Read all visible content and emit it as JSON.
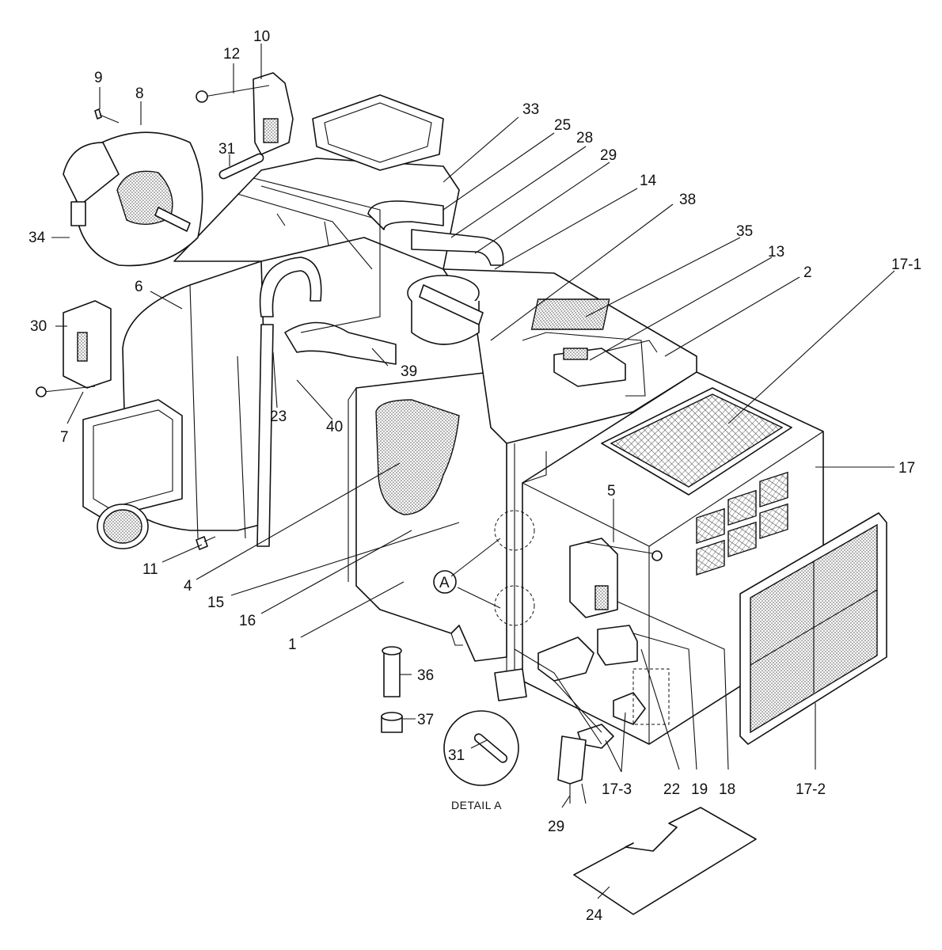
{
  "callouts": [
    {
      "id": "c10",
      "label": "10"
    },
    {
      "id": "c12",
      "label": "12"
    },
    {
      "id": "c9",
      "label": "9"
    },
    {
      "id": "c8",
      "label": "8"
    },
    {
      "id": "c31",
      "label": "31"
    },
    {
      "id": "c33",
      "label": "33"
    },
    {
      "id": "c25",
      "label": "25"
    },
    {
      "id": "c28",
      "label": "28"
    },
    {
      "id": "c29",
      "label": "29"
    },
    {
      "id": "c14",
      "label": "14"
    },
    {
      "id": "c38",
      "label": "38"
    },
    {
      "id": "c35",
      "label": "35"
    },
    {
      "id": "c13",
      "label": "13"
    },
    {
      "id": "c2",
      "label": "2"
    },
    {
      "id": "c17-1",
      "label": "17-1"
    },
    {
      "id": "c34",
      "label": "34"
    },
    {
      "id": "c6",
      "label": "6"
    },
    {
      "id": "c30",
      "label": "30"
    },
    {
      "id": "c39",
      "label": "39"
    },
    {
      "id": "c23",
      "label": "23"
    },
    {
      "id": "c40",
      "label": "40"
    },
    {
      "id": "c7",
      "label": "7"
    },
    {
      "id": "c17",
      "label": "17"
    },
    {
      "id": "c5",
      "label": "5"
    },
    {
      "id": "c11",
      "label": "11"
    },
    {
      "id": "c4",
      "label": "4"
    },
    {
      "id": "c15",
      "label": "15"
    },
    {
      "id": "c16",
      "label": "16"
    },
    {
      "id": "cA",
      "label": "A"
    },
    {
      "id": "c1",
      "label": "1"
    },
    {
      "id": "c36",
      "label": "36"
    },
    {
      "id": "c37",
      "label": "37"
    },
    {
      "id": "c31b",
      "label": "31"
    },
    {
      "id": "c17-3",
      "label": "17-3"
    },
    {
      "id": "c22",
      "label": "22"
    },
    {
      "id": "c19",
      "label": "19"
    },
    {
      "id": "c18",
      "label": "18"
    },
    {
      "id": "c17-2",
      "label": "17-2"
    },
    {
      "id": "c29b",
      "label": "29"
    },
    {
      "id": "c24",
      "label": "24"
    }
  ],
  "detail_caption": "DETAIL A"
}
